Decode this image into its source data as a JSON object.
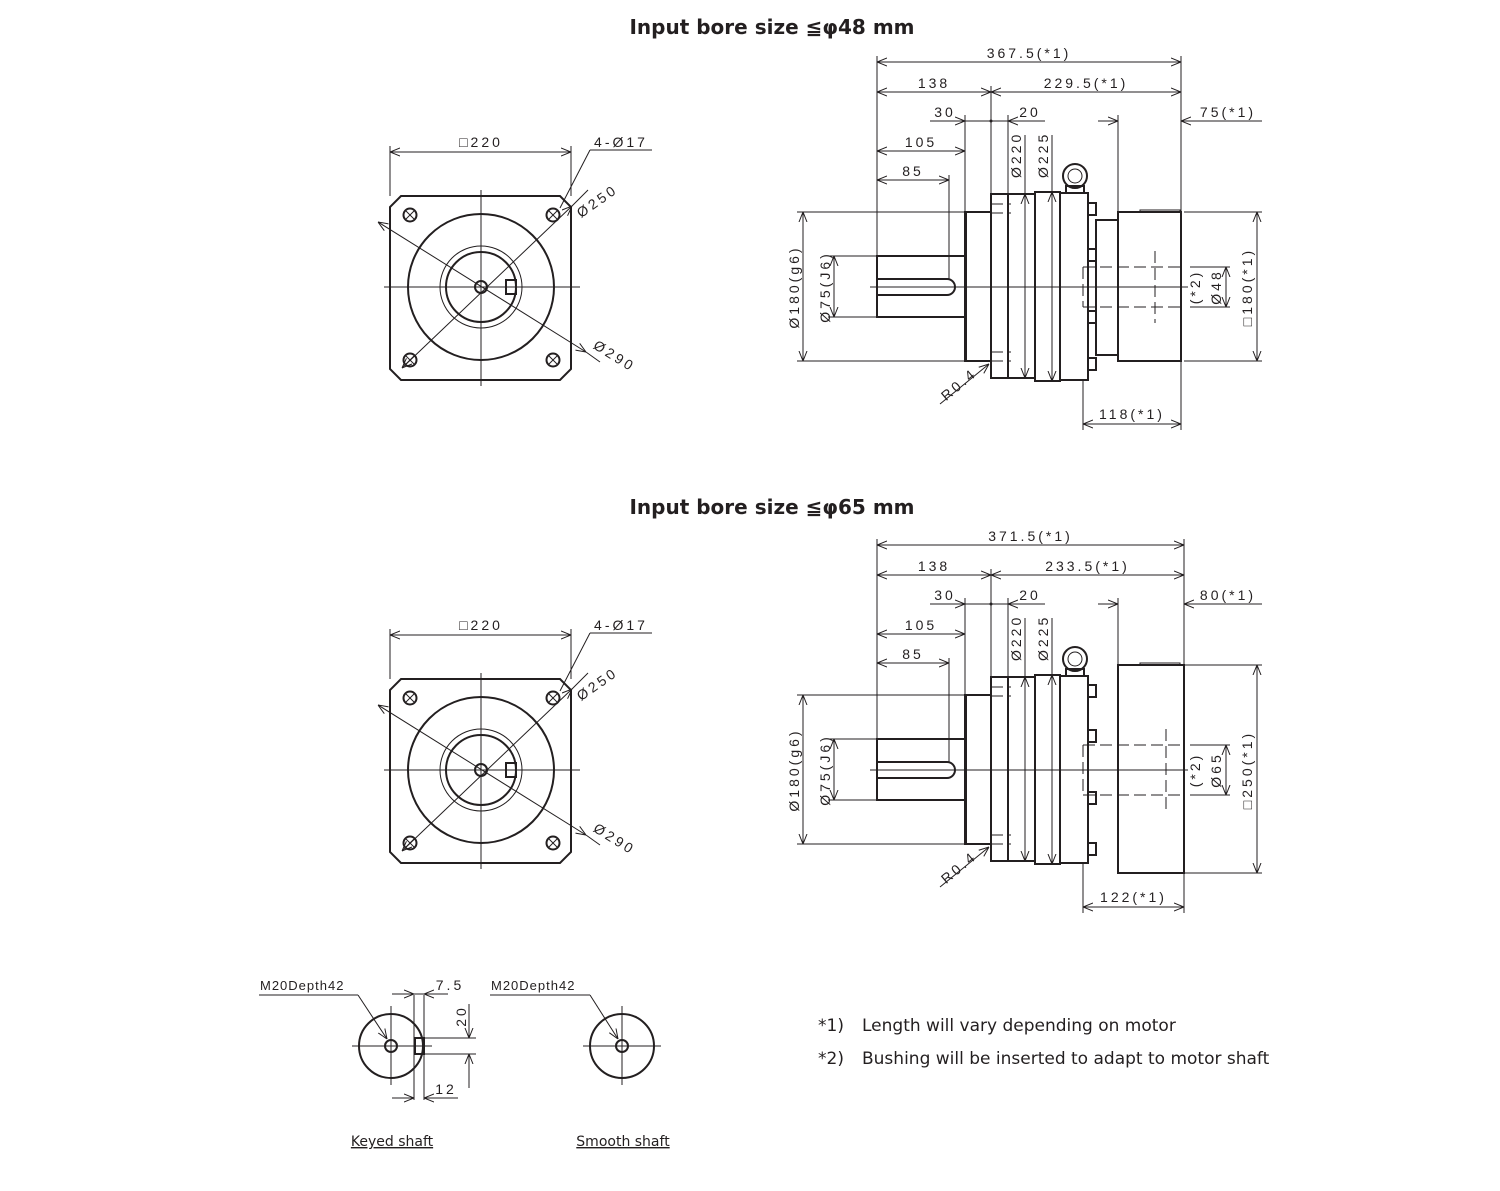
{
  "views": [
    {
      "title": "Input bore size  ≦φ48 mm",
      "front": {
        "square": "□220",
        "holes": "4-Ø17",
        "pcd": "Ø250",
        "outer": "Ø290"
      },
      "side": {
        "overall": "367.5(*1)",
        "left": "138",
        "right": "229.5(*1)",
        "d30": "30",
        "d20": "20",
        "d105": "105",
        "d85": "85",
        "d220": "Ø220",
        "d225": "Ø225",
        "d180": "Ø180(g6)",
        "d75": "Ø75(J6)",
        "bore_note": "(*2)",
        "bore": "Ø48",
        "motor_square": "□180(*1)",
        "motor_len": "75(*1)",
        "adapter_len": "118(*1)",
        "radius": "R0.4"
      }
    },
    {
      "title": "Input bore size  ≦φ65 mm",
      "front": {
        "square": "□220",
        "holes": "4-Ø17",
        "pcd": "Ø250",
        "outer": "Ø290"
      },
      "side": {
        "overall": "371.5(*1)",
        "left": "138",
        "right": "233.5(*1)",
        "d30": "30",
        "d20": "20",
        "d105": "105",
        "d85": "85",
        "d220": "Ø220",
        "d225": "Ø225",
        "d180": "Ø180(g6)",
        "d75": "Ø75(J6)",
        "bore_note": "(*2)",
        "bore": "Ø65",
        "motor_square": "□250(*1)",
        "motor_len": "80(*1)",
        "adapter_len": "122(*1)",
        "radius": "R0.4"
      }
    }
  ],
  "shafts": {
    "keyed": {
      "thread": "M20Depth42",
      "key_width": "7.5",
      "key_height": "20",
      "key_offset": "12",
      "caption": "Keyed shaft"
    },
    "smooth": {
      "thread": "M20Depth42",
      "caption": "Smooth shaft"
    }
  },
  "notes": [
    {
      "mark": "*1)",
      "text": "Length will vary depending on motor"
    },
    {
      "mark": "*2)",
      "text": "Bushing will be inserted to adapt to motor shaft"
    }
  ]
}
